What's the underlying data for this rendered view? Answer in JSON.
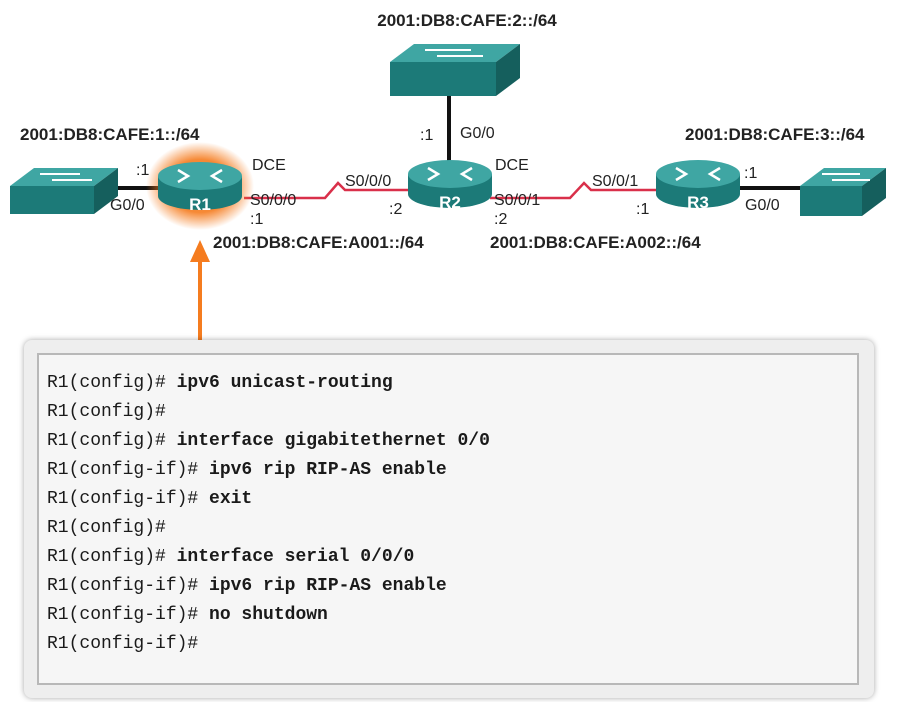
{
  "topology": {
    "networks": {
      "lan_r1": "2001:DB8:CAFE:1::/64",
      "lan_r2": "2001:DB8:CAFE:2::/64",
      "lan_r3": "2001:DB8:CAFE:3::/64",
      "wan_r1_r2": "2001:DB8:CAFE:A001::/64",
      "wan_r2_r3": "2001:DB8:CAFE:A002::/64"
    },
    "routers": [
      {
        "name": "R1",
        "highlighted": true
      },
      {
        "name": "R2",
        "highlighted": false
      },
      {
        "name": "R3",
        "highlighted": false
      }
    ],
    "labels": {
      "r1_lan_host": ":1",
      "r1_g0": "G0/0",
      "r1_dce": "DCE",
      "r1_s000": "S0/0/0",
      "r1_s000_host": ":1",
      "r2_s000": "S0/0/0",
      "r2_s000_host": ":2",
      "r2_lan_host": ":1",
      "r2_g0": "G0/0",
      "r2_dce": "DCE",
      "r2_s001": "S0/0/1",
      "r2_s001_host": ":2",
      "r3_s001": "S0/0/1",
      "r3_s001_host": ":1",
      "r3_lan_host": ":1",
      "r3_g0": "G0/0"
    },
    "colors": {
      "device_teal": "#1c7a78",
      "device_top": "#3fa6a3",
      "serial_link": "#d9304a",
      "ethernet_link": "#111111",
      "highlight": "#f57c1f"
    }
  },
  "console": {
    "lines": [
      {
        "prompt": "R1(config)# ",
        "command": "ipv6 unicast-routing"
      },
      {
        "prompt": "R1(config)#",
        "command": ""
      },
      {
        "prompt": "R1(config)# ",
        "command": "interface gigabitethernet 0/0"
      },
      {
        "prompt": "R1(config-if)# ",
        "command": "ipv6 rip RIP-AS enable"
      },
      {
        "prompt": "R1(config-if)# ",
        "command": "exit"
      },
      {
        "prompt": "R1(config)#",
        "command": ""
      },
      {
        "prompt": "R1(config)# ",
        "command": "interface serial 0/0/0"
      },
      {
        "prompt": "R1(config-if)# ",
        "command": "ipv6 rip RIP-AS enable"
      },
      {
        "prompt": "R1(config-if)# ",
        "command": "no shutdown"
      },
      {
        "prompt": "R1(config-if)#",
        "command": ""
      }
    ]
  }
}
